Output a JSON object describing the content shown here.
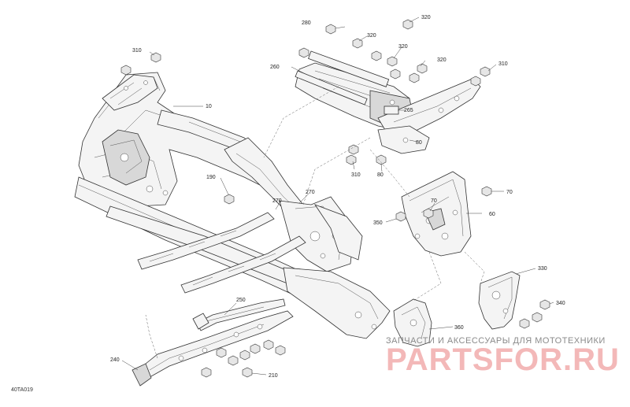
{
  "diagram": {
    "figure_code": "40TA019",
    "callouts": {
      "c10": "10",
      "c60": "60",
      "c70a": "70",
      "c70b": "70",
      "c80a": "80",
      "c80b": "80",
      "c190": "190",
      "c210": "210",
      "c240": "240",
      "c250": "250",
      "c260": "260",
      "c265": "265",
      "c270a": "270",
      "c270b": "270",
      "c280": "280",
      "c310a": "310",
      "c310b": "310",
      "c310c": "310",
      "c320a": "320",
      "c320b": "320",
      "c320c": "320",
      "c320d": "320",
      "c330": "330",
      "c340": "340",
      "c350": "350",
      "c360": "360"
    }
  },
  "watermark": {
    "subtitle": "ЗАПЧАСТИ И АКСЕССУАРЫ ДЛЯ МОТОТЕХНИКИ",
    "brand": "PARTSFOR.RU"
  }
}
